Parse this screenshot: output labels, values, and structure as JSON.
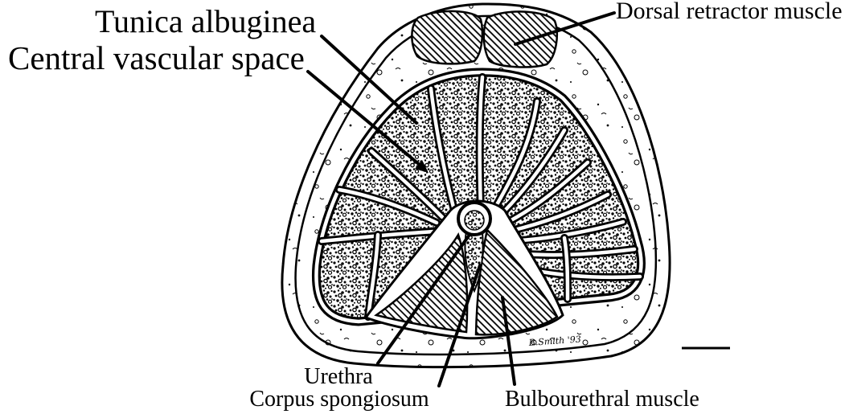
{
  "figure": {
    "labels": {
      "tunica_albuginea": "Tunica albuginea",
      "central_vascular_space": "Central vascular space",
      "dorsal_retractor_muscle": "Dorsal retractor muscle",
      "urethra": "Urethra",
      "corpus_spongiosum": "Corpus spongiosum",
      "bulbourethral_muscle": "Bulbourethral muscle"
    },
    "signature": "B.Smith '93",
    "scale_bar": "scale bar (unlabeled)",
    "colors": {
      "ink": "#000000",
      "paper": "#ffffff"
    }
  }
}
